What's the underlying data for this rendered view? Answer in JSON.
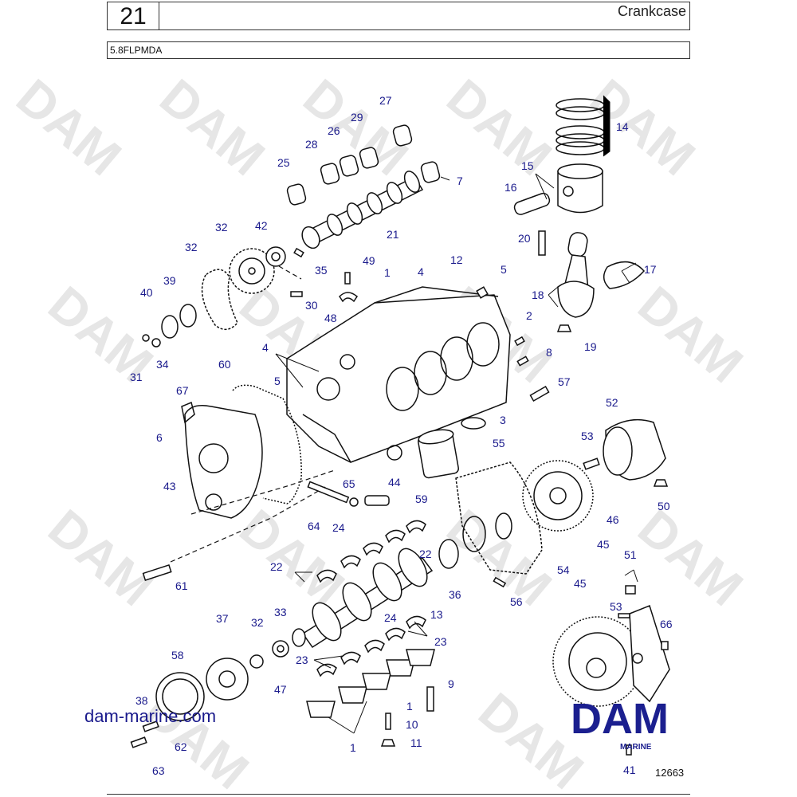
{
  "header": {
    "section_number": "21",
    "title": "Crankcase",
    "model": "5.8FLPMDA"
  },
  "watermark": {
    "text": "DAM",
    "color": "#e6e6e6"
  },
  "footer": {
    "website": "dam-marine.com",
    "logo_text": "DAM",
    "logo_subtext": "MARINE",
    "reference": "12663"
  },
  "colors": {
    "callout": "#1a1a8c",
    "logo": "#1b1f8f",
    "line": "#111111"
  },
  "callouts": {
    "c27": "27",
    "c26": "26",
    "c29": "29",
    "c28": "28",
    "c25": "25",
    "c7": "7",
    "c14": "14",
    "c15": "15",
    "c16": "16",
    "c21": "21",
    "c32a": "32",
    "c42": "42",
    "c32b": "32",
    "c49": "49",
    "c35": "35",
    "c30": "30",
    "c1a": "1",
    "c4a": "4",
    "c12": "12",
    "c5a": "5",
    "c20": "20",
    "c17": "17",
    "c18": "18",
    "c19": "19",
    "c40": "40",
    "c39": "39",
    "c48": "48",
    "c2": "2",
    "c8": "8",
    "c31": "31",
    "c34": "34",
    "c4b": "4",
    "c60": "60",
    "c5b": "5",
    "c57": "57",
    "c67": "67",
    "c3": "3",
    "c52": "52",
    "c6": "6",
    "c55": "55",
    "c53a": "53",
    "c43": "43",
    "c44": "44",
    "c65": "65",
    "c59": "59",
    "c50": "50",
    "c46": "46",
    "c64": "64",
    "c24a": "24",
    "c45a": "45",
    "c22a": "22",
    "c22b": "22",
    "c54": "54",
    "c51": "51",
    "c61": "61",
    "c36": "36",
    "c56": "56",
    "c45b": "45",
    "c37": "37",
    "c32c": "32",
    "c33": "33",
    "c24b": "24",
    "c13": "13",
    "c23a": "23",
    "c53b": "53",
    "c66": "66",
    "c58": "58",
    "c23b": "23",
    "c47": "47",
    "c9": "9",
    "c1b": "1",
    "c38": "38",
    "c10": "10",
    "c62": "62",
    "c1c": "1",
    "c11": "11",
    "c63": "63",
    "c41": "41"
  }
}
